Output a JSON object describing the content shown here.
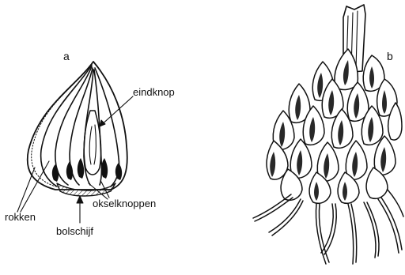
{
  "figure": {
    "panel_a": {
      "letter": "a"
    },
    "panel_b": {
      "letter": "b"
    },
    "labels": {
      "eindknop": "eindknop",
      "rokken": "rokken",
      "okselknoppen": "okselknoppen",
      "bolschijf": "bolschijf"
    }
  }
}
